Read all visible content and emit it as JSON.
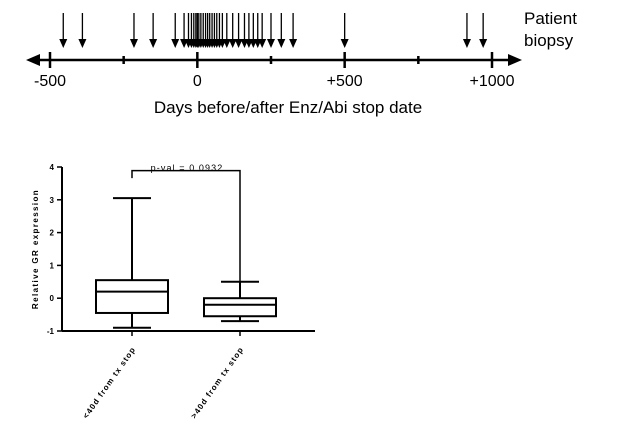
{
  "chart_data": [
    {
      "type": "scatter",
      "title": "",
      "xlabel": "Days before/after Enz/Abi stop date",
      "legend_label": "Patient biopsy",
      "tick_labels": [
        "-500",
        "0",
        "+500",
        "+1000"
      ],
      "major_ticks": [
        -500,
        0,
        500,
        1000
      ],
      "minor_ticks": [
        -250,
        250,
        750
      ],
      "xlim": [
        -560,
        1100
      ],
      "biopsy_days": [
        -455,
        -390,
        -215,
        -150,
        -75,
        -45,
        -30,
        -20,
        -12,
        -5,
        0,
        5,
        12,
        20,
        28,
        35,
        42,
        50,
        58,
        66,
        75,
        85,
        100,
        120,
        140,
        160,
        175,
        190,
        205,
        220,
        250,
        285,
        325,
        500,
        915,
        970
      ]
    },
    {
      "type": "box",
      "title": "",
      "ylabel": "Relative GR expression",
      "ylim": [
        -1,
        4
      ],
      "y_ticks": [
        "-1",
        "0",
        "1",
        "2",
        "3",
        "4"
      ],
      "annotation": "p-val = 0.0932",
      "categories": [
        "<40d from tx stop",
        ">40d from tx stop"
      ],
      "boxes": [
        {
          "min": -0.9,
          "q1": -0.45,
          "median": 0.2,
          "q3": 0.55,
          "max": 3.05
        },
        {
          "min": -0.7,
          "q1": -0.55,
          "median": -0.2,
          "q3": 0.0,
          "max": 0.5
        }
      ]
    }
  ]
}
